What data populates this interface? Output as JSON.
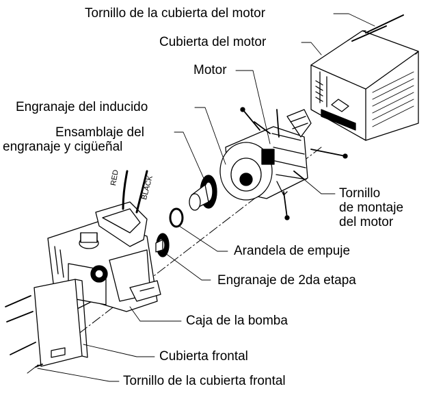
{
  "labels": {
    "motor_cover_screw": "Tornillo de la cubierta del motor",
    "motor_cover": "Cubierta del motor",
    "motor": "Motor",
    "armature_gear": "Engranaje del inducido",
    "gear_crank_assembly_line1": "Ensamblaje del",
    "gear_crank_assembly_line2": "engranaje y cigüeñal",
    "motor_mount_screw_line1": "Tornillo",
    "motor_mount_screw_line2": "de montaje",
    "motor_mount_screw_line3": "del motor",
    "thrust_washer": "Arandela de empuje",
    "second_stage_gear": "Engranaje de 2da etapa",
    "pump_housing": "Caja de la bomba",
    "front_cover": "Cubierta frontal",
    "front_cover_screw": "Tornillo de la cubierta frontal"
  },
  "wires": {
    "red": "RED",
    "black": "BLACK"
  }
}
